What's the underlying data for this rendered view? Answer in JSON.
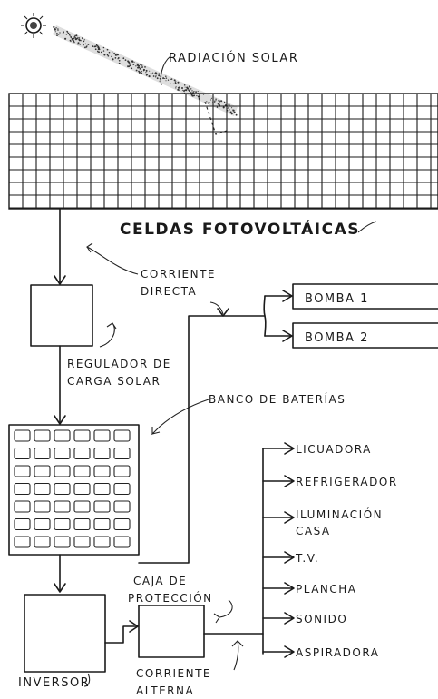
{
  "labels": {
    "radiation": "RADIACIÓN SOLAR",
    "pv_cells": "CELDAS FOTOVOLTÁICAS",
    "dc_line1": "CORRIENTE",
    "dc_line2": "DIRECTA",
    "regulator_line1": "REGULADOR DE",
    "regulator_line2": "CARGA SOLAR",
    "battery_bank": "BANCO DE BATERÍAS",
    "protection_line1": "CAJA DE",
    "protection_line2": "PROTECCIÓN",
    "inverter": "INVERSOR",
    "ac_line1": "CORRIENTE",
    "ac_line2": "ALTERNA"
  },
  "pumps": [
    "BOMBA 1",
    "BOMBA 2"
  ],
  "appliances": [
    {
      "line1": "LICUADORA",
      "line2": ""
    },
    {
      "line1": "REFRIGERADOR",
      "line2": ""
    },
    {
      "line1": "ILUMINACIÓN",
      "line2": "CASA"
    },
    {
      "line1": "T.V.",
      "line2": ""
    },
    {
      "line1": "PLANCHA",
      "line2": ""
    },
    {
      "line1": "SONIDO",
      "line2": ""
    },
    {
      "line1": "ASPIRADORA",
      "line2": ""
    }
  ]
}
